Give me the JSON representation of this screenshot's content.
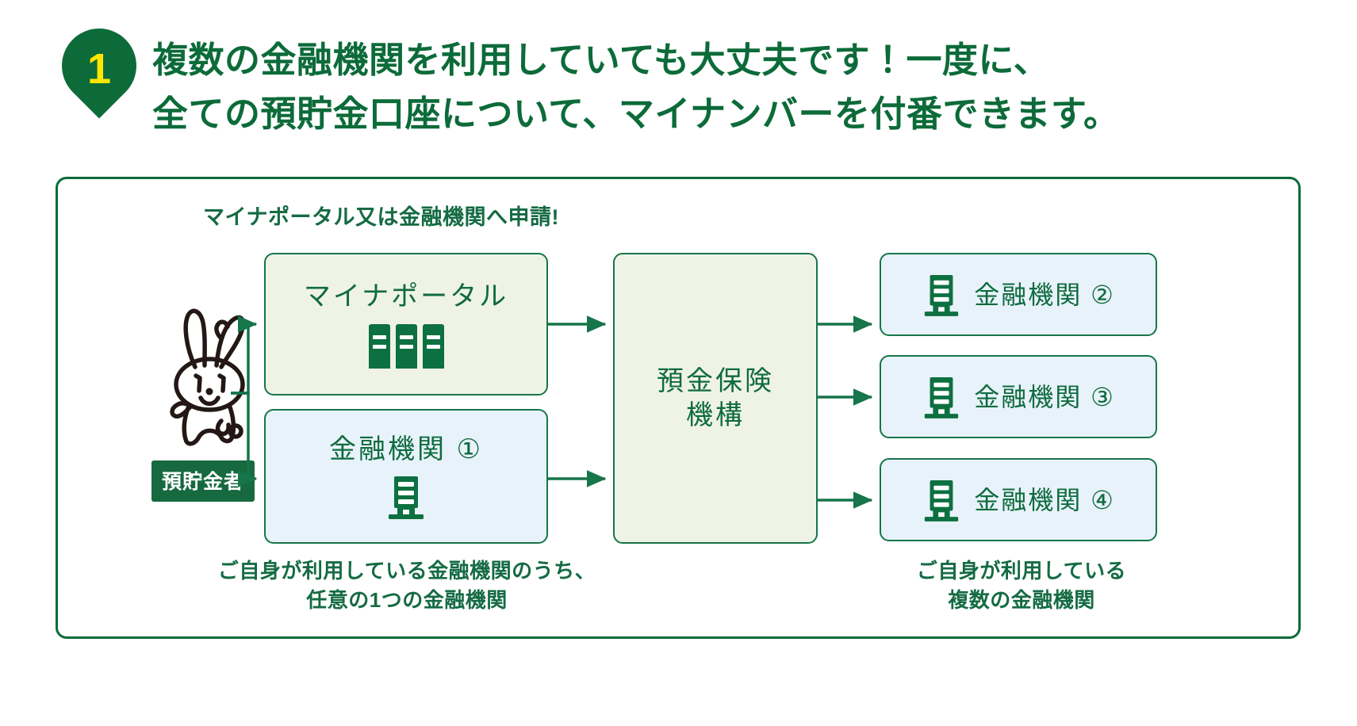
{
  "header": {
    "step_number": "1",
    "headline_line1": "複数の金融機関を利用していても大丈夫です！一度に、",
    "headline_line2": "全ての預貯金口座について、マイナンバーを付番できます。"
  },
  "diagram": {
    "caption_top": "マイナポータル又は金融機関へ申請!",
    "actor_label": "預貯金者",
    "nodes": {
      "myna_portal": {
        "title": "マイナポータル",
        "icon": "three-server-towers-icon"
      },
      "bank1": {
        "title": "金融機関 ①",
        "icon": "bank-building-icon"
      },
      "dicj": {
        "title_line1": "預金保険",
        "title_line2": "機構"
      },
      "bank2": {
        "title": "金融機関 ②",
        "icon": "bank-building-icon"
      },
      "bank3": {
        "title": "金融機関 ③",
        "icon": "bank-building-icon"
      },
      "bank4": {
        "title": "金融機関 ④",
        "icon": "bank-building-icon"
      }
    },
    "caption_bottom_left_line1": "ご自身が利用している金融機関のうち、",
    "caption_bottom_left_line2": "任意の1つの金融機関",
    "caption_bottom_right_line1": "ご自身が利用している",
    "caption_bottom_right_line2": "複数の金融機関"
  },
  "colors": {
    "brand_green": "#0c6b39",
    "accent_yellow": "#ffe600",
    "box_green_fill": "#eff3e6",
    "box_blue_fill": "#e8f2fa",
    "border_green": "#16754a",
    "background": "#ffffff"
  }
}
